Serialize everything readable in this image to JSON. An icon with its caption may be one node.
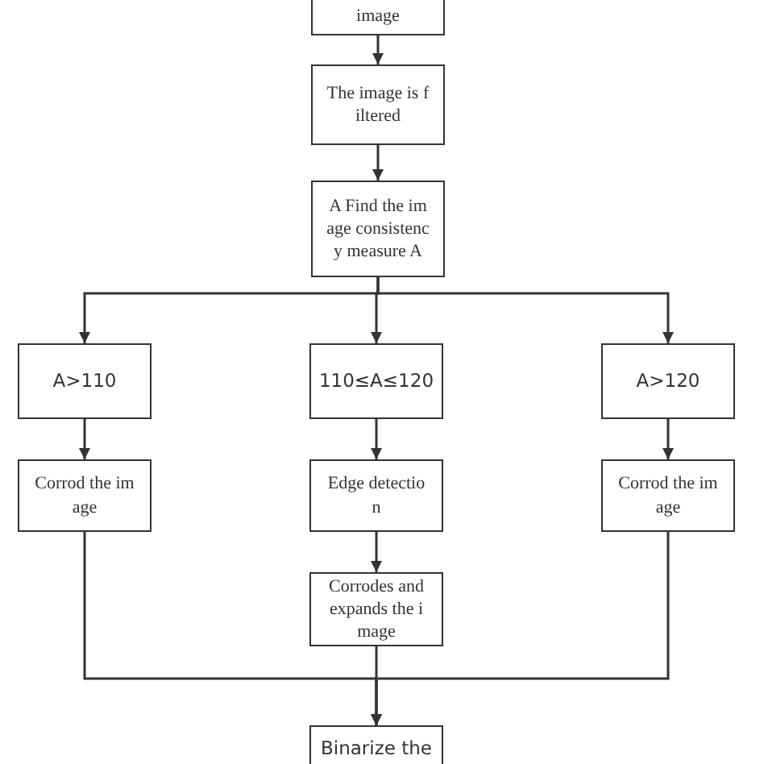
{
  "diagram": {
    "nodes": [
      {
        "text": [
          "image"
        ]
      },
      {
        "text": [
          "The image is f iltered"
        ]
      },
      {
        "text": [
          "A Find the im age consistenc y measure A"
        ]
      },
      {
        "text": [
          "A>110"
        ]
      },
      {
        "text": [
          "110≤A≤120"
        ]
      },
      {
        "text": [
          "A>120"
        ]
      },
      {
        "text": [
          "Corrod the im age"
        ]
      },
      {
        "text": [
          "Edge detectio n"
        ]
      },
      {
        "text": [
          "Corrod the im age"
        ]
      },
      {
        "text": [
          "Corrodes and expands the i mage"
        ]
      },
      {
        "text": [
          "Binarize the"
        ]
      }
    ],
    "edges": [
      {
        "from": 0,
        "to": 1,
        "arrow": "to"
      },
      {
        "from": 1,
        "to": 2,
        "arrow": "to"
      },
      {
        "from": 2,
        "to": 3,
        "arrow": "to"
      },
      {
        "from": 2,
        "to": 4,
        "arrow": "to"
      },
      {
        "from": 2,
        "to": 5,
        "arrow": "to"
      },
      {
        "from": 3,
        "to": 6,
        "arrow": "to"
      },
      {
        "from": 4,
        "to": 7,
        "arrow": "to"
      },
      {
        "from": 5,
        "to": 8,
        "arrow": "to"
      },
      {
        "from": 7,
        "to": 9,
        "arrow": "to"
      },
      {
        "from": 6,
        "to": 10,
        "arrow": "to"
      },
      {
        "from": 9,
        "to": 10,
        "arrow": "to"
      },
      {
        "from": 8,
        "to": 10,
        "arrow": "to"
      }
    ]
  }
}
